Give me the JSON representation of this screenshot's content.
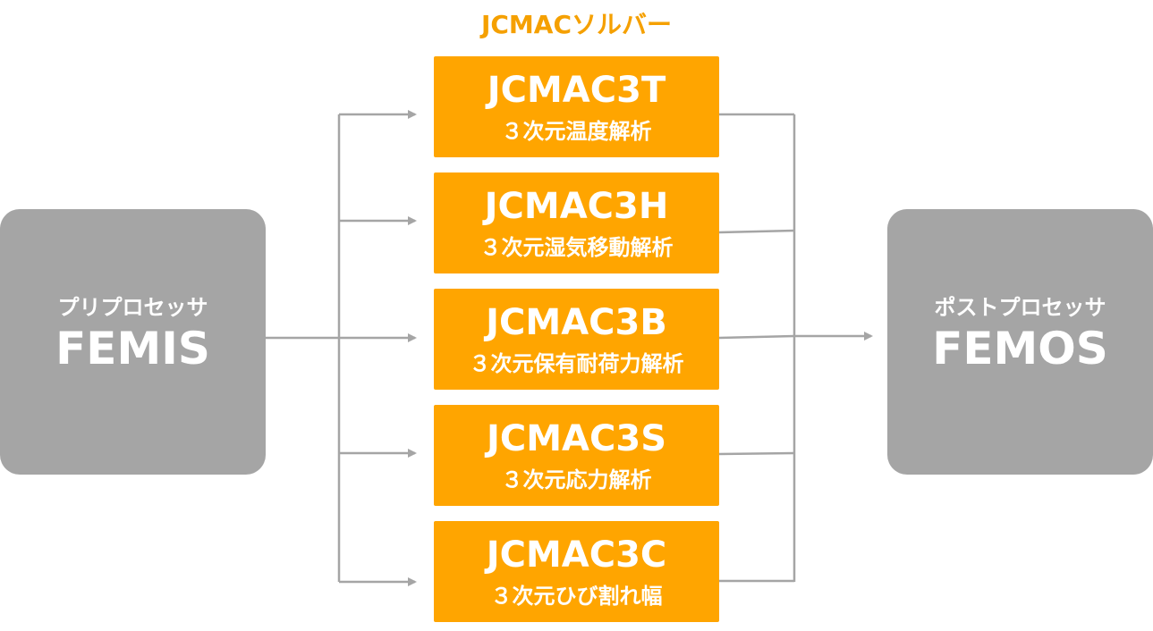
{
  "solver_group_title": "JCMACソルバー",
  "preprocessor": {
    "role": "プリプロセッサ",
    "name": "FEMIS"
  },
  "postprocessor": {
    "role": "ポストプロセッサ",
    "name": "FEMOS"
  },
  "solvers": [
    {
      "name": "JCMAC3T",
      "description": "３次元温度解析"
    },
    {
      "name": "JCMAC3H",
      "description": "３次元湿気移動解析"
    },
    {
      "name": "JCMAC3B",
      "description": "３次元保有耐荷力解析"
    },
    {
      "name": "JCMAC3S",
      "description": "３次元応力解析"
    },
    {
      "name": "JCMAC3C",
      "description": "３次元ひび割れ幅"
    }
  ],
  "colors": {
    "solver_fill": "#ffa500",
    "title_text": "#f5a000",
    "processor_fill": "#a5a5a5",
    "connector": "#a5a5a5"
  }
}
